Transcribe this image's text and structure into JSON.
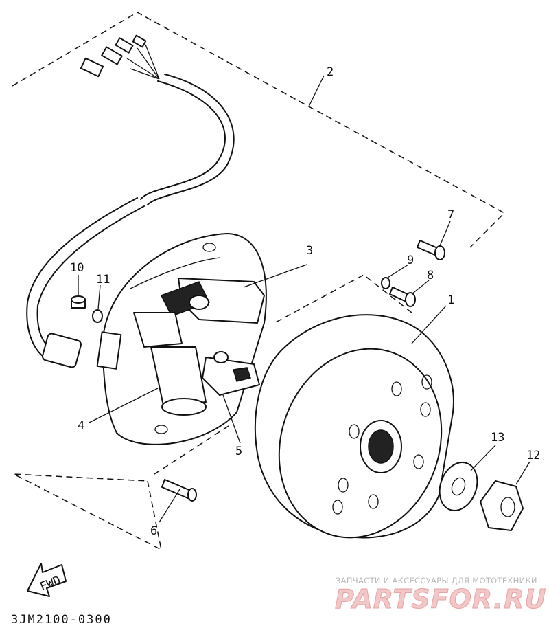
{
  "callouts": {
    "n1": "1",
    "n2": "2",
    "n3": "3",
    "n4": "4",
    "n5": "5",
    "n6": "6",
    "n7": "7",
    "n8": "8",
    "n9": "9",
    "n10": "10",
    "n11": "11",
    "n12": "12",
    "n13": "13"
  },
  "fwd_label": "FWD",
  "diagram_code": "3JM2100-0300",
  "watermark": {
    "tagline": "ЗАПЧАСТИ И АКСЕССУАРЫ ДЛЯ МОТОТЕХНИКИ",
    "brand": "PARTSFOR.RU"
  },
  "colors": {
    "line": "#111111",
    "watermark_text": "#b9b9b9",
    "watermark_brand": "#e7a3a3"
  }
}
